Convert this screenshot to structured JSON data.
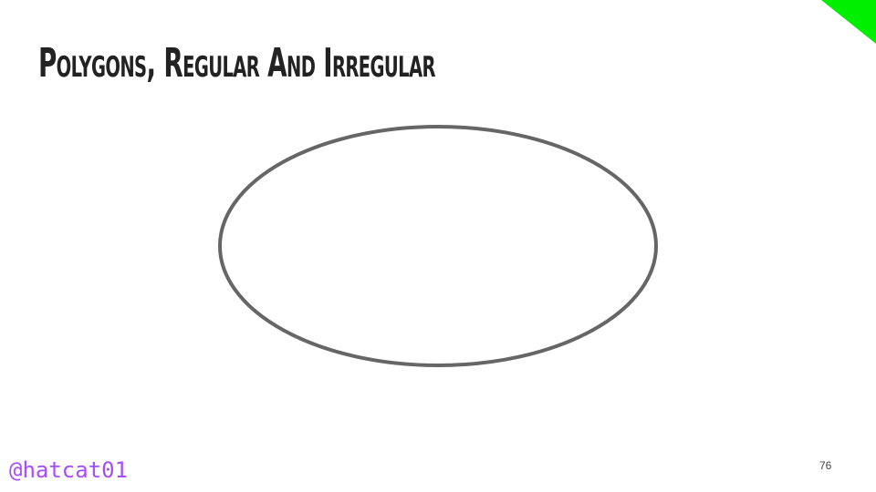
{
  "slide": {
    "title": "Polygons, Regular And Irregular",
    "shape": {
      "type": "ellipse",
      "stroke_color": "#666666",
      "fill_color": "#ffffff"
    },
    "handle": "@hatcat01",
    "page_number": "76",
    "colors": {
      "accent": "#00ee00",
      "handle": "#a64dff",
      "title": "#222222"
    }
  }
}
